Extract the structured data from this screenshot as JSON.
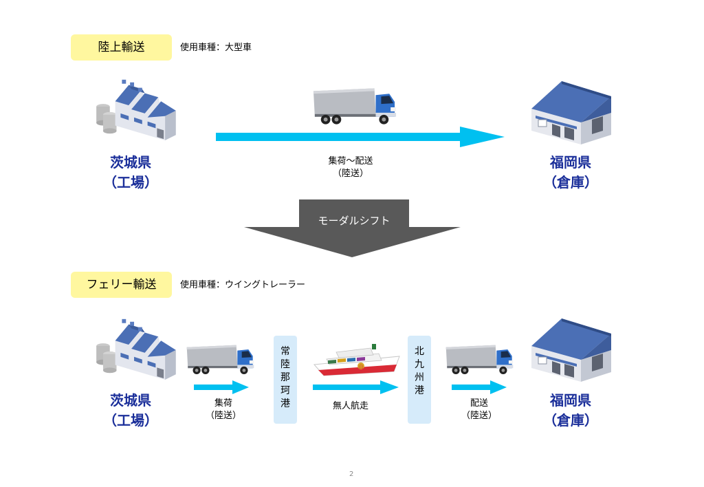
{
  "upper": {
    "badge": "陸上輸送",
    "vehicle": "使用車種：大型車",
    "origin": {
      "line1": "茨城県",
      "line2": "（工場）"
    },
    "destination": {
      "line1": "福岡県",
      "line2": "（倉庫）"
    },
    "route": {
      "line1": "集荷～配送",
      "line2": "（陸送）"
    }
  },
  "shift": {
    "label": "モーダルシフト"
  },
  "lower": {
    "badge": "フェリー輸送",
    "vehicle": "使用車種：ウイングトレーラー",
    "origin": {
      "line1": "茨城県",
      "line2": "（工場）"
    },
    "destination": {
      "line1": "福岡県",
      "line2": "（倉庫）"
    },
    "leg1": {
      "line1": "集荷",
      "line2": "（陸送）"
    },
    "port1": [
      "常",
      "陸",
      "那",
      "珂",
      "港"
    ],
    "leg2": {
      "line1": "無人航走"
    },
    "port2": [
      "北",
      "九",
      "州",
      "港"
    ],
    "leg3": {
      "line1": "配送",
      "line2": "（陸送）"
    }
  },
  "page": {
    "number": "2"
  },
  "colors": {
    "arrow": "#00c0f0",
    "place_text": "#1b2f9a",
    "badge_bg": "#fff79f",
    "port_bg": "#d6ebfa",
    "shift_arrow": "#595959"
  },
  "icons": {
    "factory": "factory-icon",
    "warehouse": "warehouse-icon",
    "truck": "truck-icon",
    "ferry": "ferry-icon"
  }
}
